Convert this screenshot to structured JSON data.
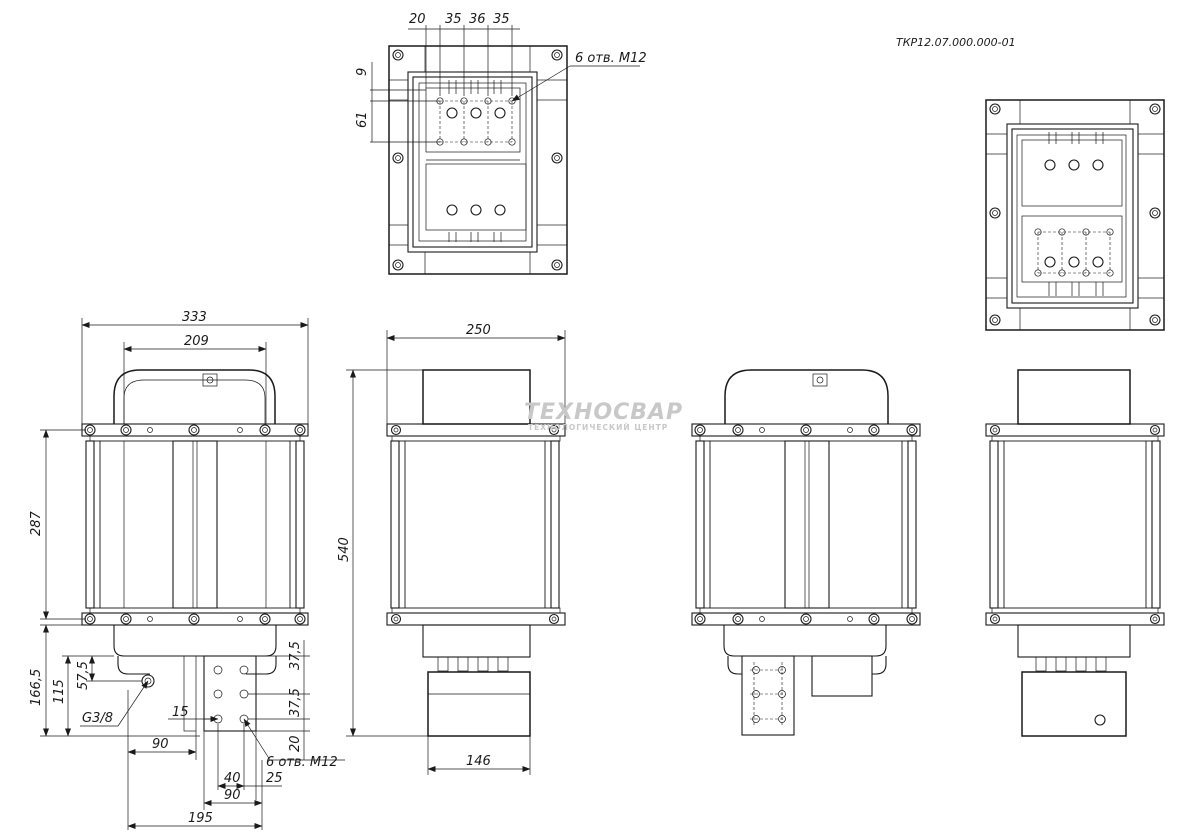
{
  "doc_code": "ТКР12.07.000.000-01",
  "watermark": {
    "name": "ТЕХНОСВАР",
    "subtitle": "ТЕХНОЛОГИЧЕСКИЙ ЦЕНТР"
  },
  "top_view": {
    "dims_top": [
      "20",
      "35",
      "36",
      "35"
    ],
    "dim_9": "9",
    "dim_61": "61",
    "holes_note": "6 отв. M12"
  },
  "front_view": {
    "dim_333": "333",
    "dim_209": "209",
    "dim_287": "287",
    "dim_166_5": "166,5",
    "dim_115": "115",
    "dim_57_5": "57,5",
    "dim_g38": "G3/8",
    "dim_90a": "90",
    "dim_15": "15",
    "dim_37_5a": "37,5",
    "dim_37_5b": "37,5",
    "dim_20": "20",
    "holes_note": "6 отв. M12",
    "dim_40": "40",
    "dim_25": "25",
    "dim_90b": "90",
    "dim_195": "195"
  },
  "side_view": {
    "dim_250": "250",
    "dim_540": "540",
    "dim_146": "146"
  }
}
